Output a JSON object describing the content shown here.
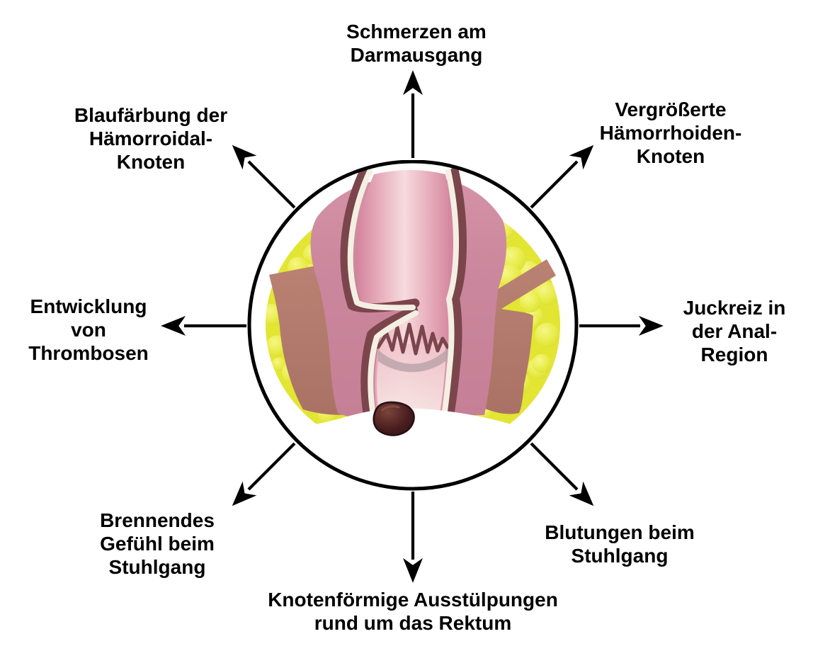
{
  "diagram": {
    "subject": "hemorrhoid-symptoms-diagram",
    "center_illustration": "anal-canal-cross-section",
    "palette": {
      "text_and_arrows": "#000000",
      "fat_yellow": "#e2e532",
      "fat_yellow_light": "#f4f77c",
      "muscle_brown": "#b1796c",
      "wall_pink": "#cb879d",
      "outline_maroon": "#7b454c",
      "canal_light_pink": "#f2cdd2",
      "canal_mid_pink": "#d98fa5",
      "dentate_shadow": "#bca3ac",
      "node_dark": "#3a1519",
      "cream_line": "#f3efe3"
    }
  },
  "labels": [
    {
      "id": "schmerzen",
      "position": "top",
      "lines": [
        "Schmerzen am",
        "Darmausgang"
      ]
    },
    {
      "id": "vergroesserte",
      "position": "top-right",
      "lines": [
        "Vergrößerte",
        "Hämorrhoiden-",
        "Knoten"
      ]
    },
    {
      "id": "juckreiz",
      "position": "right",
      "lines": [
        "Juckreiz in",
        "der Anal-",
        "Region"
      ]
    },
    {
      "id": "blutungen",
      "position": "bottom-right",
      "lines": [
        "Blutungen beim",
        "Stuhlgang"
      ]
    },
    {
      "id": "knotenfoermige",
      "position": "bottom",
      "lines": [
        "Knotenförmige Ausstülpungen",
        "rund um das Rektum"
      ]
    },
    {
      "id": "brennendes",
      "position": "bottom-left",
      "lines": [
        "Brennendes",
        "Gefühl beim",
        "Stuhlgang"
      ]
    },
    {
      "id": "entwicklung",
      "position": "left",
      "lines": [
        "Entwicklung",
        "von",
        "Thrombosen"
      ]
    },
    {
      "id": "blaufaerbung",
      "position": "top-left",
      "lines": [
        "Blaufärbung der",
        "Hämorroidal-",
        "Knoten"
      ]
    }
  ]
}
